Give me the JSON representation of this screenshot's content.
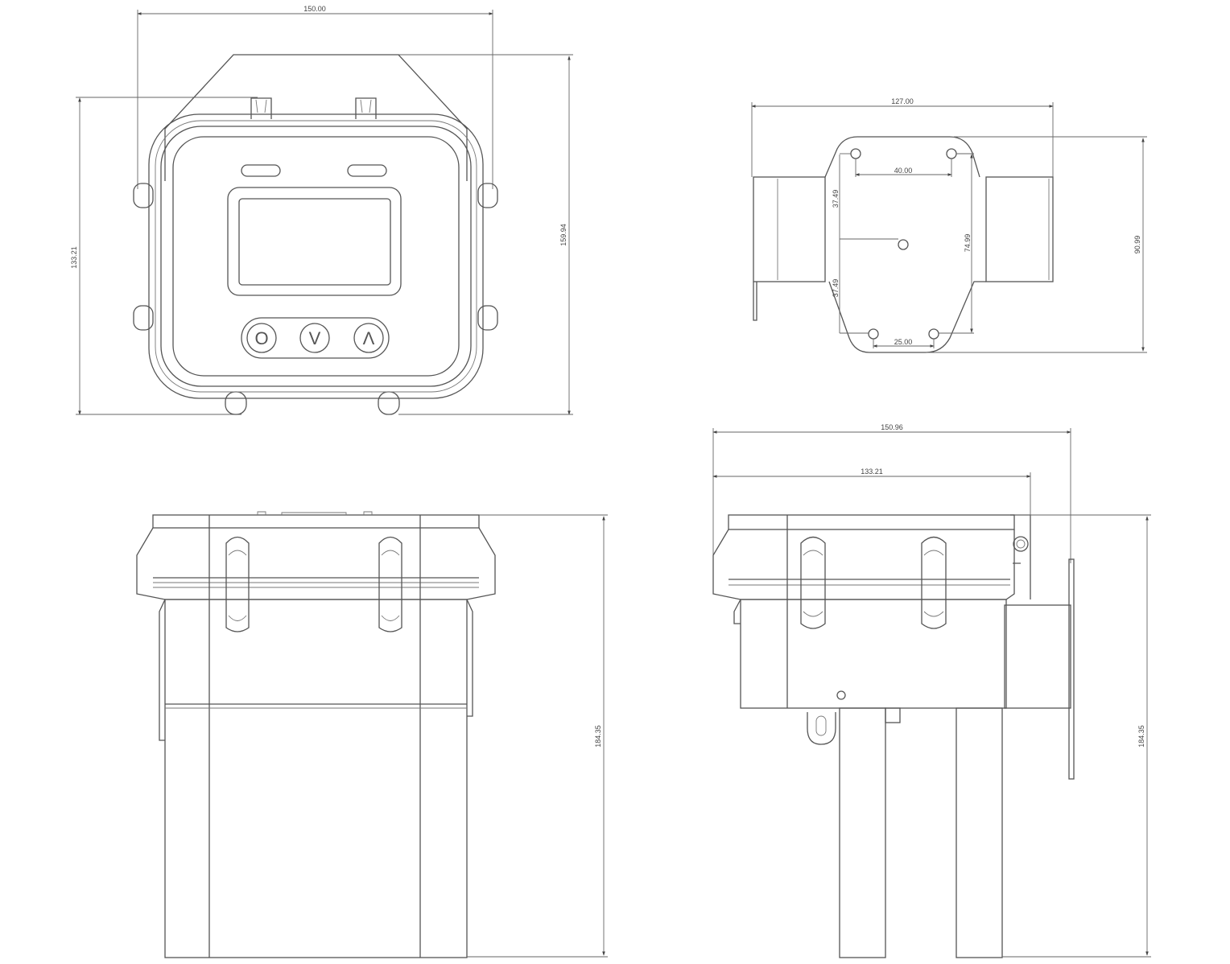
{
  "front_view": {
    "width_dim": "150.00",
    "height_dim_left": "133.21",
    "height_dim_right": "159.94",
    "button_symbols": [
      "O",
      "V",
      "Λ"
    ]
  },
  "mounting_plate_view": {
    "width_dim": "127.00",
    "top_hole_spacing": "40.00",
    "bottom_hole_spacing": "25.00",
    "upper_offset": "37.49",
    "lower_offset": "37.49",
    "hole_span": "74.99",
    "height_dim": "90.99"
  },
  "side_view_left": {
    "height_dim": "184.35"
  },
  "side_view_right": {
    "overall_width_dim": "150.96",
    "body_width_dim": "133.21",
    "height_dim": "184.35"
  },
  "colors": {
    "line": "#555555",
    "background": "#ffffff"
  }
}
